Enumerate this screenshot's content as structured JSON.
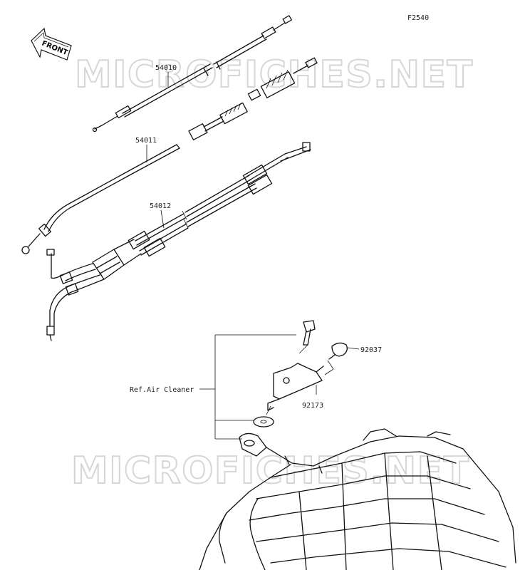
{
  "figure_code": "F2540",
  "watermark": "MICROFICHES.NET",
  "direction_indicator": "FRONT",
  "parts": [
    {
      "number": "54010"
    },
    {
      "number": "54011"
    },
    {
      "number": "54012"
    },
    {
      "number": "92037"
    },
    {
      "number": "92173"
    }
  ],
  "reference": "Ref.Air Cleaner"
}
